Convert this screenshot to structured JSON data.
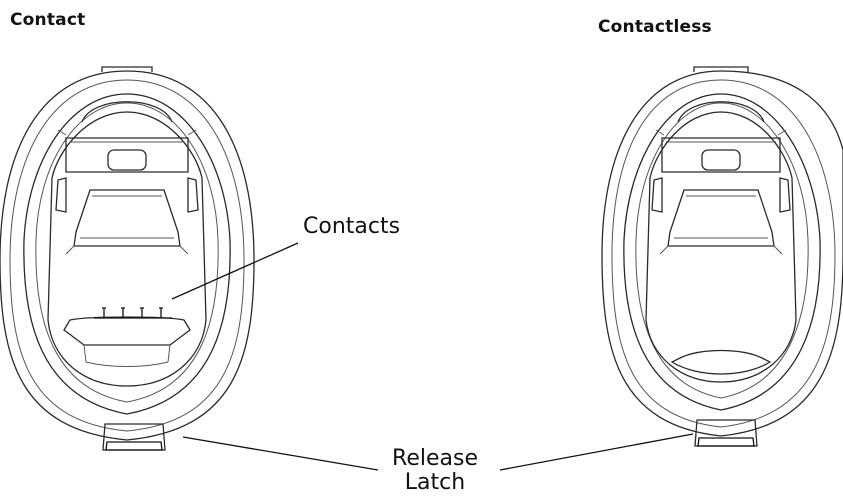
{
  "diagram": {
    "left_title": "Contact",
    "right_title": "Contactless",
    "callout_contacts": "Contacts",
    "callout_release_line1": "Release",
    "callout_release_line2": "Latch"
  }
}
